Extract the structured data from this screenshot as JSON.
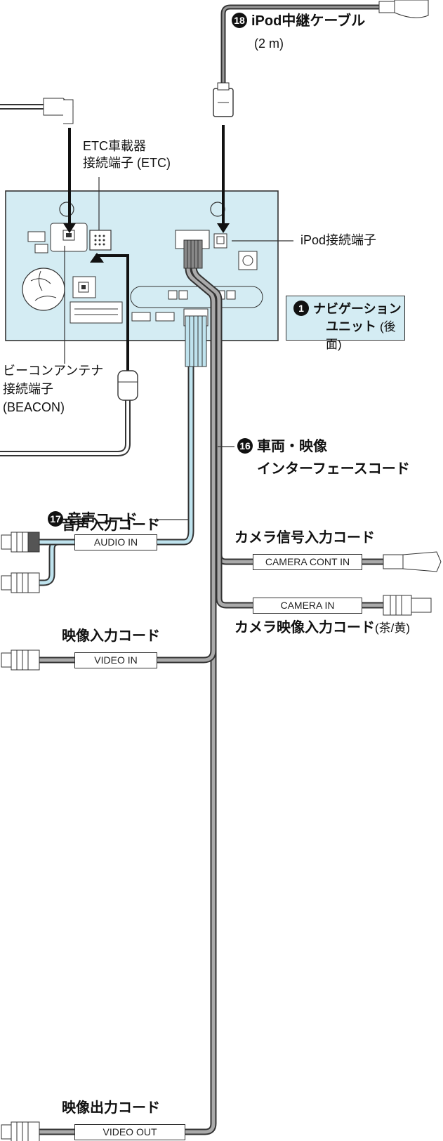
{
  "unit": {
    "number": "1",
    "title": "ナビゲーション",
    "subtitle": "ユニット",
    "subtitle_note": "(後面)"
  },
  "ipod_cable": {
    "number": "18",
    "name": "iPod中継ケーブル",
    "length": "(2 m)"
  },
  "etc_port": {
    "line1": "ETC車載器",
    "line2": "接続端子 (ETC)"
  },
  "ipod_port": {
    "label": "iPod接続端子"
  },
  "beacon_port": {
    "line1": "ビーコンアンテナ",
    "line2": "接続端子",
    "line3": "(BEACON)"
  },
  "vehicle_cord": {
    "number": "16",
    "line1": "車両・映像",
    "line2": "インターフェースコード"
  },
  "audio_cord": {
    "number": "17",
    "name": "音声コード"
  },
  "audio_in": {
    "title": "音声入力コード",
    "tag": "AUDIO IN"
  },
  "video_in": {
    "title": "映像入力コード",
    "tag": "VIDEO IN"
  },
  "video_out": {
    "title": "映像出力コード",
    "tag": "VIDEO OUT"
  },
  "camera_signal": {
    "title": "カメラ信号入力コード",
    "tag": "CAMERA CONT IN"
  },
  "camera_video": {
    "title": "カメラ映像入力コード",
    "note": "(茶/黄)",
    "tag": "CAMERA IN"
  }
}
